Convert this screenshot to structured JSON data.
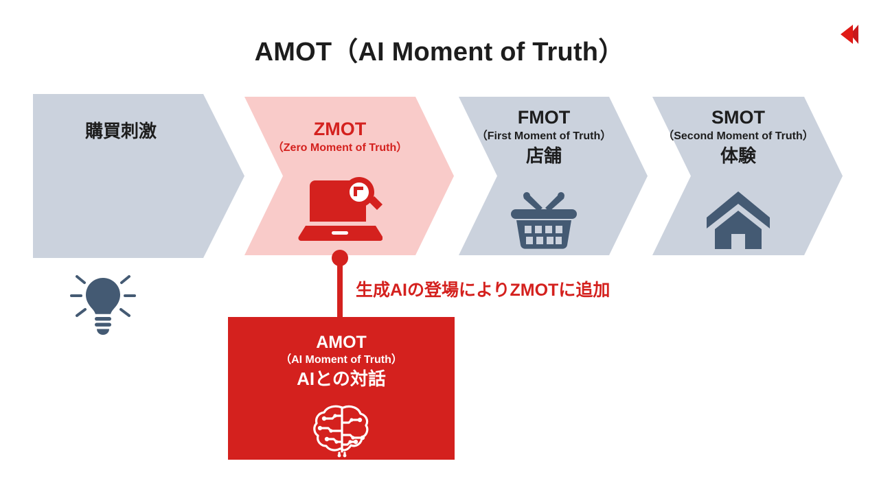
{
  "page": {
    "title": "AMOT（AI Moment of Truth）",
    "background_color": "#ffffff"
  },
  "logo": {
    "name": "brand-logo",
    "color": "#d4211e"
  },
  "colors": {
    "accent_red": "#d4211e",
    "chevron_gray": "#cbd2dd",
    "chevron_pink": "#f9cbc9",
    "icon_slate": "#445a73",
    "text_dark": "#1d1d1d",
    "separator_white": "#ffffff"
  },
  "journey": {
    "steps": [
      {
        "id": "stage-purchase-stimulus",
        "main": "",
        "sub": "",
        "jp": "購買刺激",
        "icon": "lightbulb-icon",
        "fill": "#cbd2dd",
        "text_color": "#1d1d1d",
        "icon_color": "#445a73",
        "highlight": false
      },
      {
        "id": "stage-zmot",
        "main": "ZMOT",
        "sub": "（Zero Moment of Truth）",
        "jp": "",
        "icon": "laptop-chart-search-icon",
        "fill": "#f9cbc9",
        "text_color": "#d4211e",
        "icon_color": "#d4211e",
        "highlight": true
      },
      {
        "id": "stage-fmot",
        "main": "FMOT",
        "sub": "（First Moment of Truth）",
        "jp": "店舗",
        "icon": "shopping-basket-icon",
        "fill": "#cbd2dd",
        "text_color": "#1d1d1d",
        "icon_color": "#445a73",
        "highlight": false
      },
      {
        "id": "stage-smot",
        "main": "SMOT",
        "sub": "（Second Moment of Truth）",
        "jp": "体験",
        "icon": "house-icon",
        "fill": "#cbd2dd",
        "text_color": "#1d1d1d",
        "icon_color": "#445a73",
        "highlight": false
      }
    ]
  },
  "annotation": {
    "note": "生成AIの登場によりZMOTに追加",
    "color": "#d4211e",
    "connector": "vertical-line-with-dot"
  },
  "amot_card": {
    "main": "AMOT",
    "sub": "（AI Moment of Truth）",
    "jp": "AIとの対話",
    "icon": "ai-brain-circuit-icon",
    "fill": "#d4211e",
    "text_color": "#ffffff"
  }
}
